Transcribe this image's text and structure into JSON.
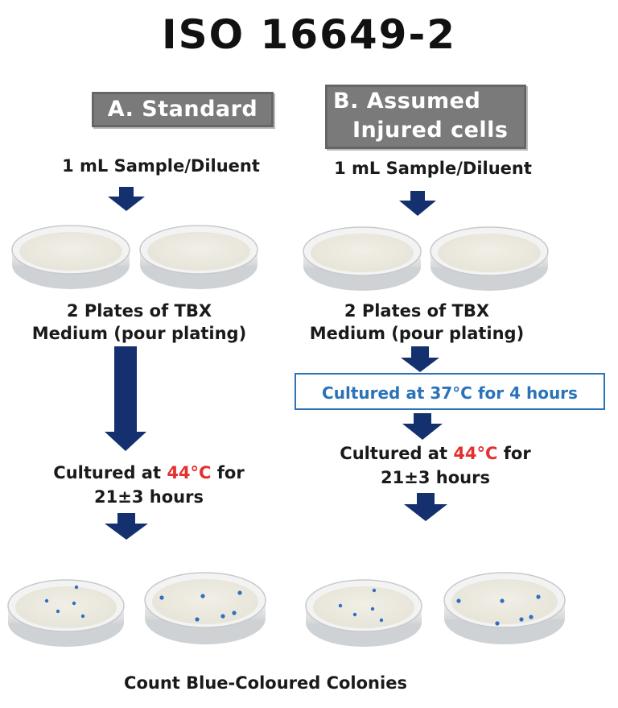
{
  "title": "ISO 16649-2",
  "column_a": {
    "header": "A. Standard",
    "sample": "1 mL Sample/Diluent",
    "plates_line1": "2 Plates of TBX",
    "plates_line2": "Medium (pour plating)",
    "culture_prefix": "Cultured at ",
    "culture_temp": "44°C",
    "culture_suffix": " for",
    "culture_line2": "21±3 hours"
  },
  "column_b": {
    "header_line1": "B. Assumed",
    "header_line2": "Injured cells",
    "sample": "1 mL Sample/Diluent",
    "plates_line1": "2 Plates of TBX",
    "plates_line2": "Medium (pour plating)",
    "preculture": "Cultured at 37°C for 4 hours",
    "culture_prefix": "Cultured at ",
    "culture_temp": "44°C",
    "culture_suffix": " for",
    "culture_line2": "21±3 hours"
  },
  "footer": "Count Blue-Coloured Colonies",
  "colors": {
    "arrow": "#15306e",
    "header_bg": "#7a7a7a",
    "highlight_temp": "#e53030",
    "preculture_box": "#2b73b8",
    "colony": "#2f6fc2"
  }
}
